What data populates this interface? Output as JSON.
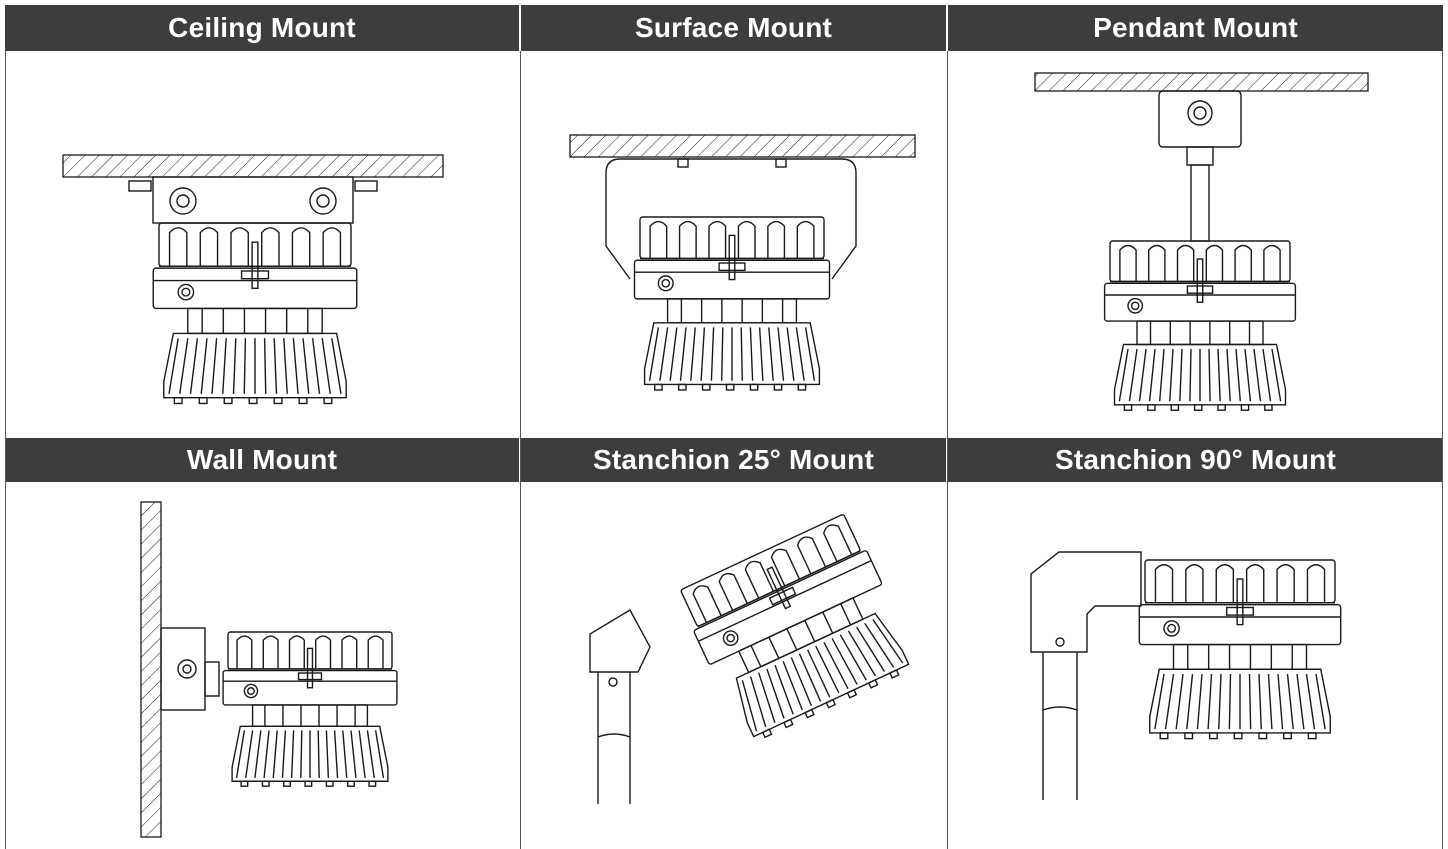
{
  "panels": [
    {
      "id": "ceiling",
      "label": "Ceiling Mount"
    },
    {
      "id": "surface",
      "label": "Surface Mount"
    },
    {
      "id": "pendant",
      "label": "Pendant Mount"
    },
    {
      "id": "wall",
      "label": "Wall Mount"
    },
    {
      "id": "stanchion25",
      "label": "Stanchion 25° Mount"
    },
    {
      "id": "stanchion90",
      "label": "Stanchion 90° Mount"
    }
  ],
  "colors": {
    "header_bg": "#3d3d3d",
    "header_text": "#ffffff",
    "line": "#1a1a1a"
  }
}
